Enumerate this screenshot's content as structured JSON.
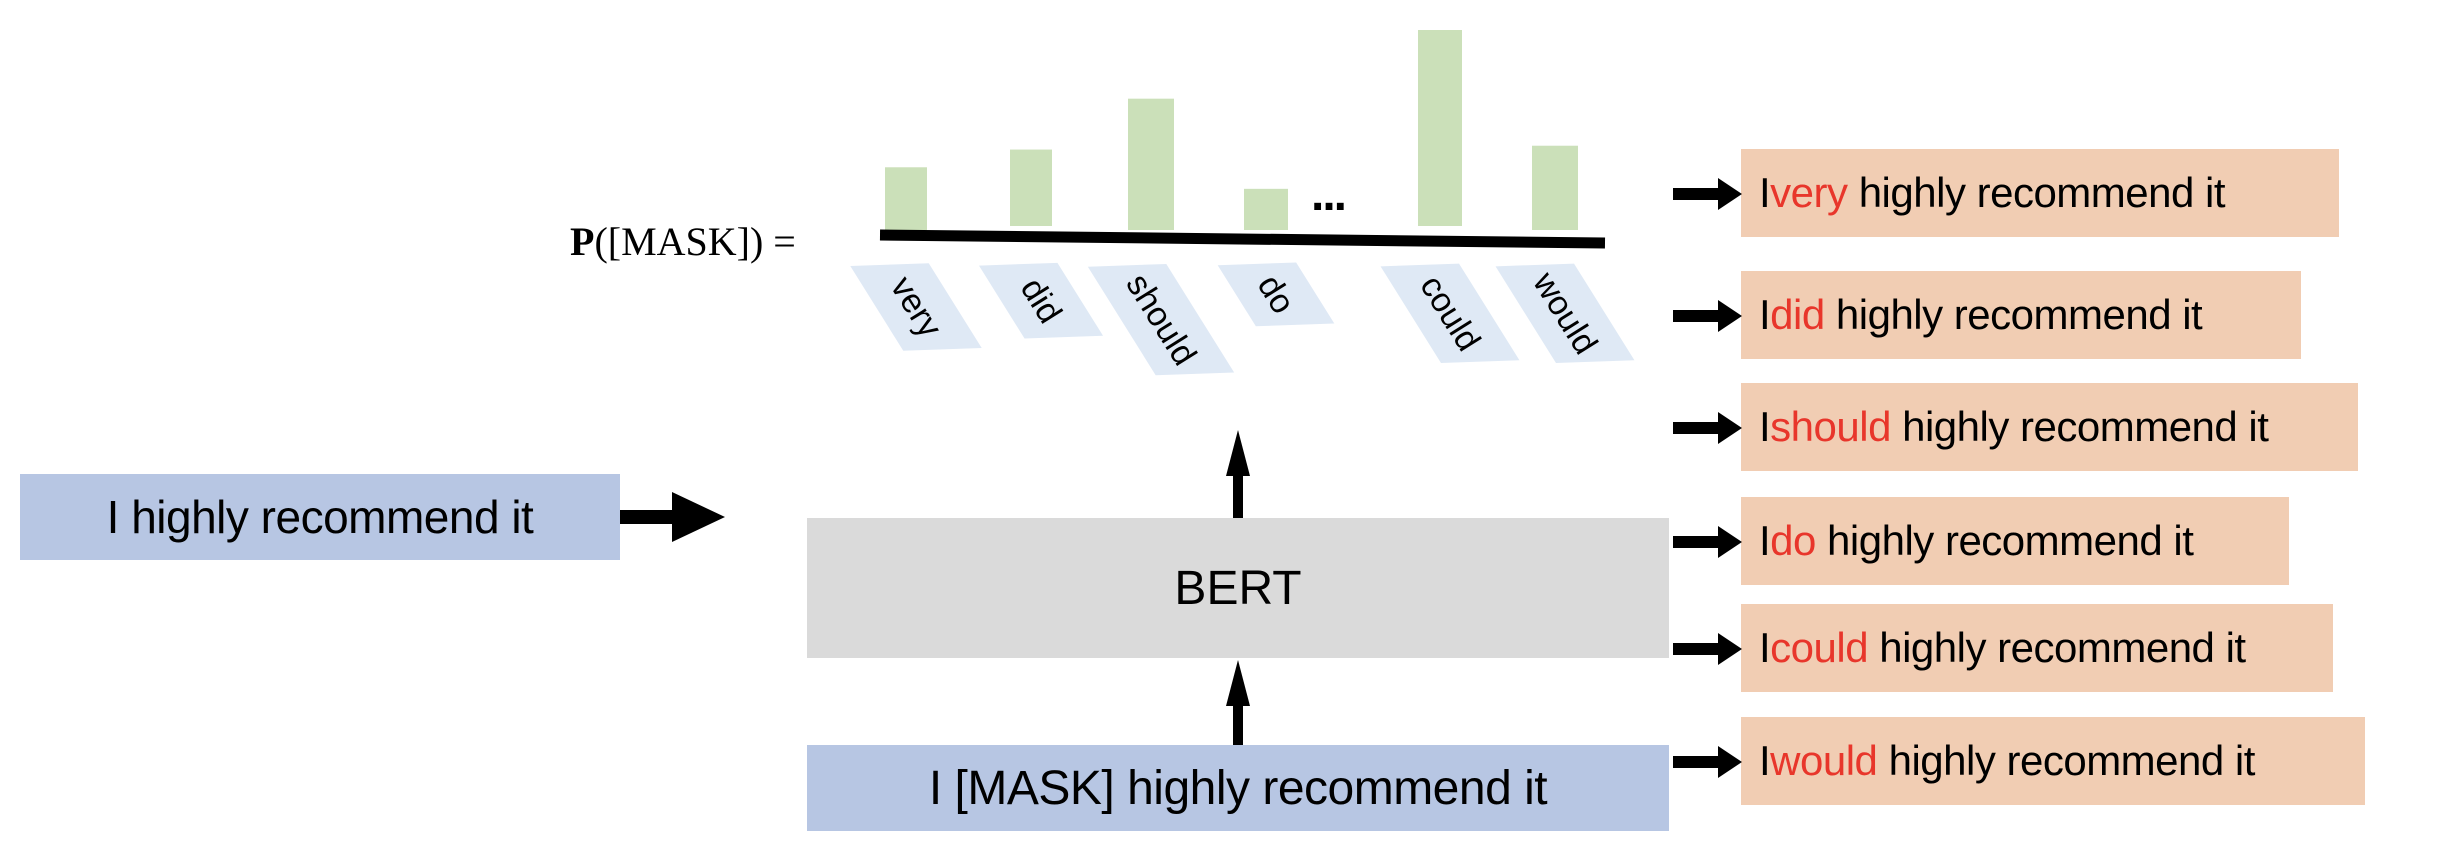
{
  "formula": {
    "prefix": "P",
    "argument": "([MASK]) ="
  },
  "input_sentence": "I highly recommend it",
  "model_label": "BERT",
  "masked_sentence": "I [MASK] highly recommend it",
  "ellipsis": "...",
  "colors": {
    "bar": "#cbe0b9",
    "token_tag": "#dfe9f5",
    "input_box": "#b7c6e3",
    "model_box": "#dadada",
    "output_box": "#f1cdb3",
    "highlight": "#e8362b"
  },
  "chart_data": {
    "type": "bar",
    "title": "P([MASK])",
    "categories": [
      "very",
      "did",
      "should",
      "do",
      "could",
      "would"
    ],
    "values": [
      0.32,
      0.39,
      0.67,
      0.21,
      1.0,
      0.43
    ],
    "value_units": "relative probability (no axis scale shown)",
    "gap_after_index": 3,
    "xlabel": "",
    "ylabel": "",
    "grid": false
  },
  "outputs": [
    {
      "prefix": "I ",
      "word": "very",
      "suffix": " highly recommend it"
    },
    {
      "prefix": "I ",
      "word": "did",
      "suffix": " highly recommend it"
    },
    {
      "prefix": "I ",
      "word": "should",
      "suffix": " highly recommend it"
    },
    {
      "prefix": "I ",
      "word": "do",
      "suffix": " highly recommend it"
    },
    {
      "prefix": "I ",
      "word": "could",
      "suffix": " highly recommend it"
    },
    {
      "prefix": "I ",
      "word": "would",
      "suffix": " highly recommend it"
    }
  ]
}
